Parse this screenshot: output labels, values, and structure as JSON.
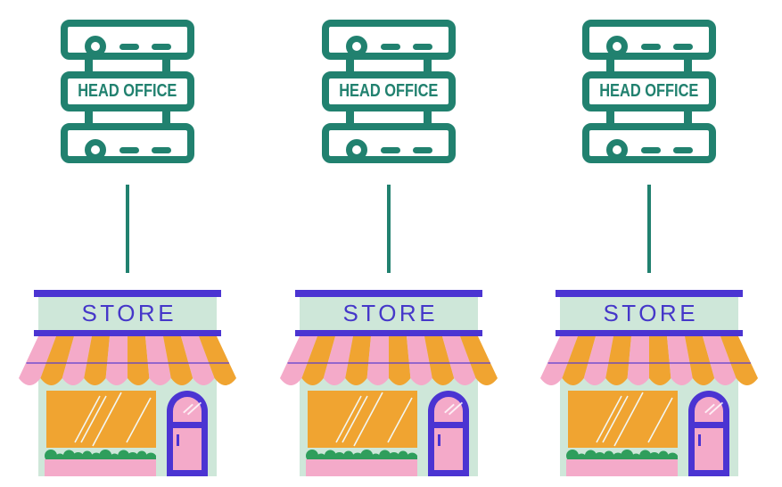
{
  "diagram": {
    "type": "head-office-to-store-network",
    "background": "#FFFFFF",
    "columns": [
      {
        "head_office_label": "HEAD OFFICE",
        "store_label": "STORE"
      },
      {
        "head_office_label": "HEAD OFFICE",
        "store_label": "STORE"
      },
      {
        "head_office_label": "HEAD OFFICE",
        "store_label": "STORE"
      }
    ],
    "colors": {
      "teal": "#21816F",
      "purple": "#4B34D2",
      "text_purple": "#4537C9",
      "mint": "#CEE7D9",
      "pink": "#F4AAC9",
      "orange": "#F0A431",
      "green": "#2F9E5C",
      "glare": "#F2F6F1",
      "awning_line": "#5A3FD0"
    },
    "icons": {
      "head_office": "server-rack-icon",
      "store": "storefront-icon",
      "link": "vertical-connector-line"
    }
  }
}
